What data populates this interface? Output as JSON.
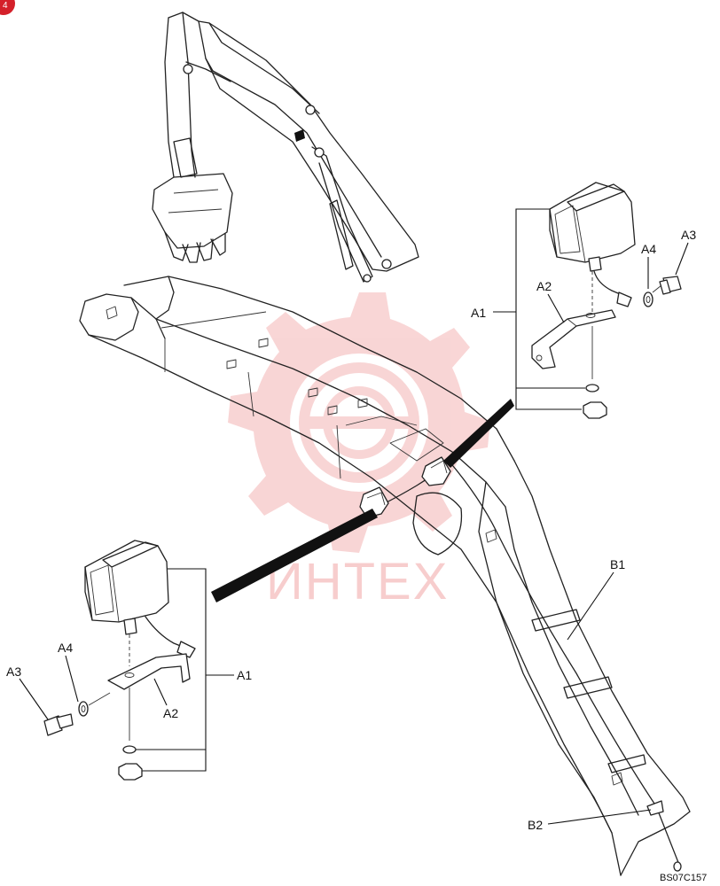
{
  "diagram": {
    "corner_badge": "4",
    "watermark": {
      "text": "ИНТЕХ",
      "color": "#f2a6a6"
    },
    "labels": {
      "a1_right": "A1",
      "a2_right": "A2",
      "a3_right": "A3",
      "a4_right": "A4",
      "a1_left": "A1",
      "a2_left": "A2",
      "a3_left": "A3",
      "a4_left": "A4",
      "b1": "B1",
      "b2": "B2"
    },
    "drawing_code": "BS07C157",
    "colors": {
      "line": "#222222",
      "badge": "#d4202a"
    }
  }
}
